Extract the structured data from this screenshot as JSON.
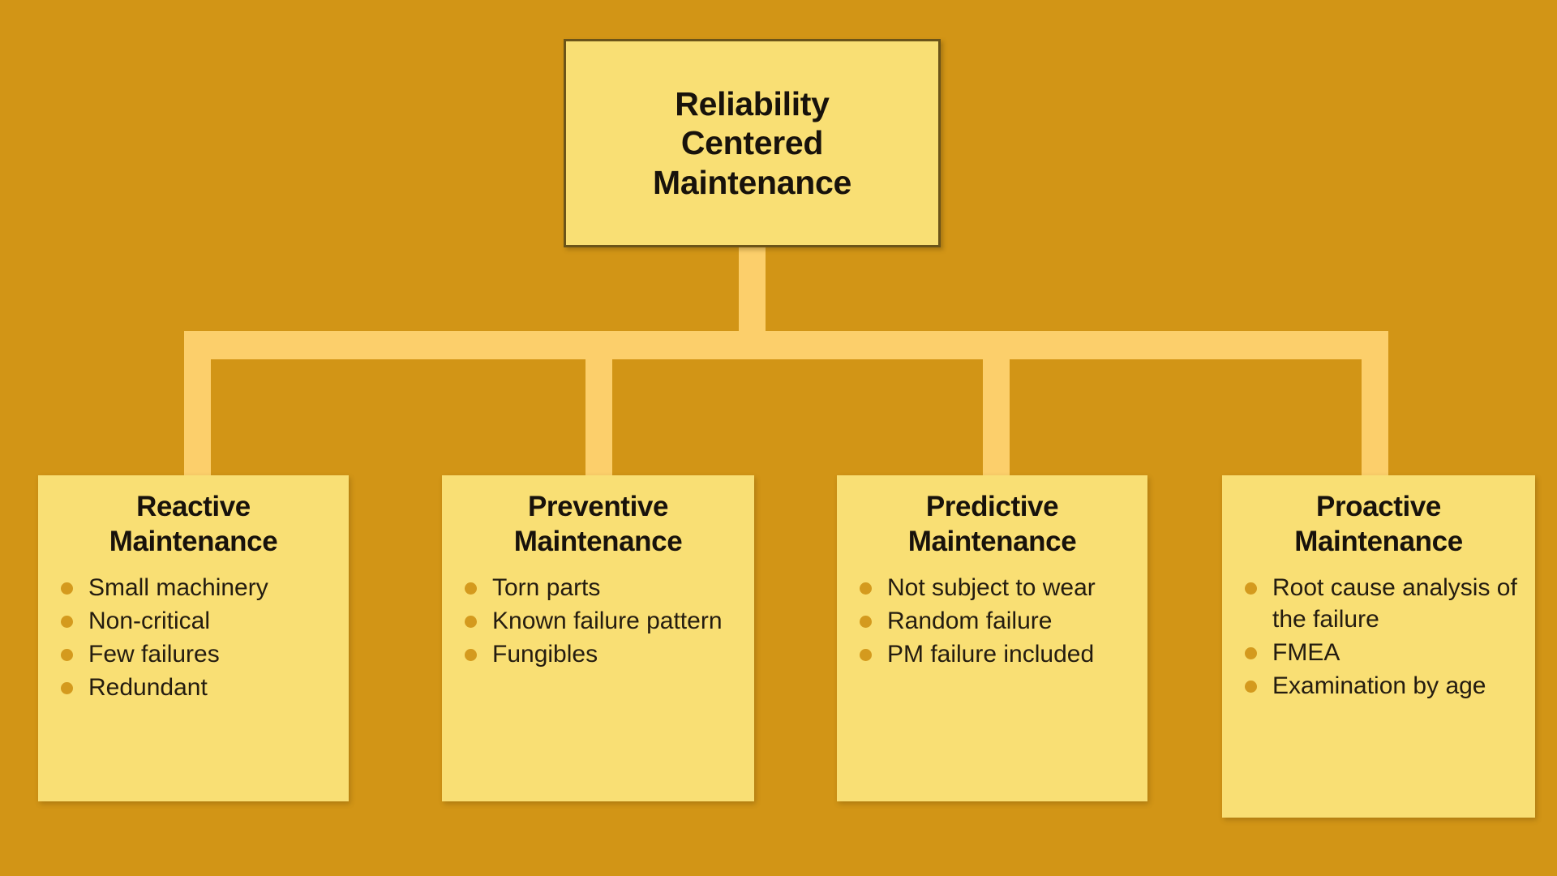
{
  "colors": {
    "background": "#D29516",
    "node_fill": "#F9DF74",
    "connector": "#FCCF6B",
    "bullet": "#D49A1E",
    "text": "#18120B",
    "root_border": "#6B5419"
  },
  "diagram": {
    "type": "hierarchy-tree",
    "root": {
      "title": "Reliability\nCentered\nMaintenance"
    },
    "children": [
      {
        "title": "Reactive\nMaintenance",
        "items": [
          "Small machinery",
          "Non-critical",
          "Few failures",
          "Redundant"
        ]
      },
      {
        "title": "Preventive\nMaintenance",
        "items": [
          "Torn parts",
          "Known failure pattern",
          "Fungibles"
        ]
      },
      {
        "title": "Predictive\nMaintenance",
        "items": [
          "Not subject to wear",
          "Random failure",
          "PM failure included"
        ]
      },
      {
        "title": "Proactive\nMaintenance",
        "items": [
          "Root cause analysis of the failure",
          "FMEA",
          "Examination by age"
        ]
      }
    ]
  }
}
